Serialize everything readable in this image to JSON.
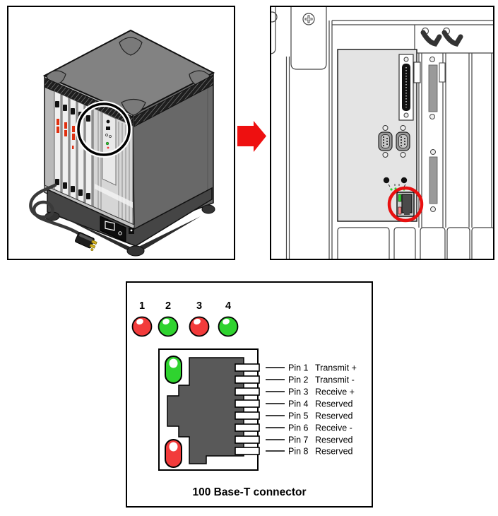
{
  "colors": {
    "arrow": "#ee1010",
    "highlight_circle": "#e81010",
    "jack_body": "#595959",
    "led_red": "#f23b3b",
    "led_green": "#2fd32f",
    "rj45_led_green": "#2fd32f",
    "rj45_led_pink": "#ff8585",
    "panel_module_gray": "#e4e4e4",
    "chassis_top_gray": "#828282",
    "chassis_side_gray": "#686868"
  },
  "status_leds": {
    "labels": [
      "1",
      "2",
      "3",
      "4"
    ],
    "fills": [
      "#f23b3b",
      "#2fd32f",
      "#f23b3b",
      "#2fd32f"
    ]
  },
  "connector_diagram": {
    "caption": "100 Base-T connector",
    "jack_led_top_color": "#2fd32f",
    "jack_led_bottom_color": "#f23b3b",
    "pins": [
      {
        "name": "Pin 1",
        "signal": "Transmit +"
      },
      {
        "name": "Pin 2",
        "signal": "Transmit -"
      },
      {
        "name": "Pin 3",
        "signal": "Receive +"
      },
      {
        "name": "Pin 4",
        "signal": "Reserved"
      },
      {
        "name": "Pin 5",
        "signal": "Reserved"
      },
      {
        "name": "Pin 6",
        "signal": "Receive -"
      },
      {
        "name": "Pin 7",
        "signal": "Reserved"
      },
      {
        "name": "Pin 8",
        "signal": "Reserved"
      }
    ]
  }
}
